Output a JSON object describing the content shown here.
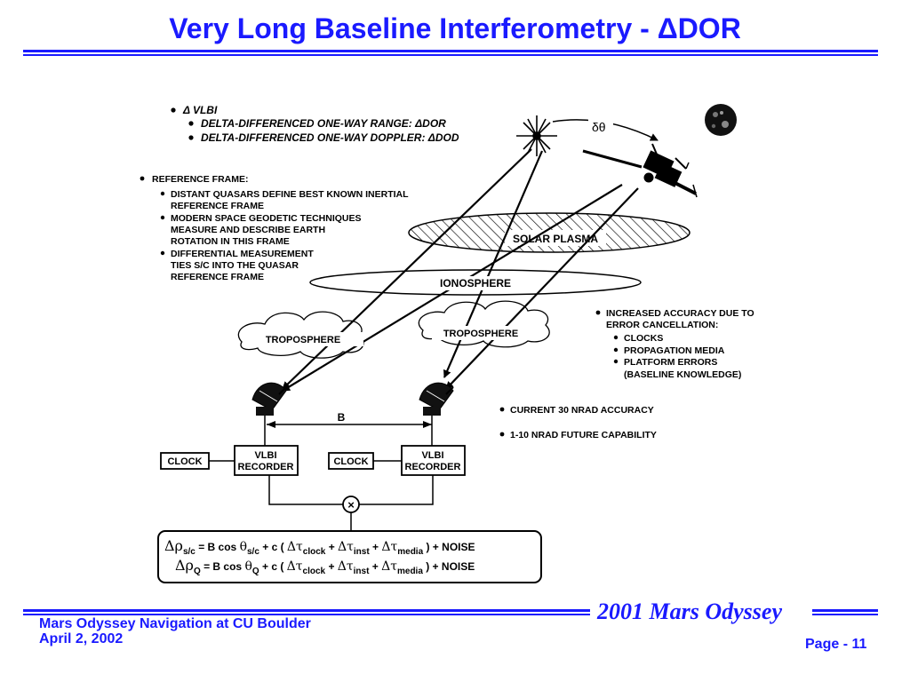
{
  "title": "Very Long Baseline Interferometry - ΔDOR",
  "diagram": {
    "top_list": {
      "main": "Δ VLBI",
      "items": [
        "DELTA-DIFFERENCED ONE-WAY RANGE: ΔDOR",
        "DELTA-DIFFERENCED ONE-WAY DOPPLER: ΔDOD"
      ]
    },
    "reference_frame": {
      "heading": "REFERENCE FRAME:",
      "lines": [
        "DISTANT QUASARS DEFINE BEST KNOWN INERTIAL",
        "REFERENCE FRAME",
        "MODERN SPACE GEODETIC TECHNIQUES",
        "MEASURE AND DESCRIBE EARTH",
        "ROTATION IN THIS FRAME",
        "DIFFERENTIAL MEASUREMENT",
        "TIES S/C INTO THE QUASAR",
        "REFERENCE FRAME"
      ]
    },
    "angle_label": "δθ",
    "solar_plasma": "SOLAR PLASMA",
    "ionosphere": "IONOSPHERE",
    "troposphere_left": "TROPOSPHERE",
    "troposphere_right": "TROPOSPHERE",
    "accuracy": {
      "heading_1": "INCREASED ACCURACY DUE TO",
      "heading_2": "ERROR CANCELLATION:",
      "items": [
        "CLOCKS",
        "PROPAGATION MEDIA",
        "PLATFORM ERRORS"
      ],
      "note": "(BASELINE KNOWLEDGE)"
    },
    "baseline_label": "B",
    "current_accuracy": "CURRENT 30 NRAD ACCURACY",
    "future_capability": "1-10 NRAD FUTURE CAPABILITY",
    "clock_label": "CLOCK",
    "recorder_line1": "VLBI",
    "recorder_line2": "RECORDER",
    "multiply_symbol": "×",
    "eq1": {
      "delta_rho": "Δρ",
      "sub1": "s/c",
      "p1": " = B cos ",
      "theta": "θ",
      "sub2": "s/c",
      "p2": " + c ( ",
      "dt": "Δτ",
      "clock": "clock",
      "plus": " + ",
      "inst": "inst",
      "media": "media",
      "tail": " ) + NOISE"
    },
    "eq2": {
      "delta_rho": "Δρ",
      "sub1": "Q",
      "p1": " = B cos ",
      "theta": "θ",
      "sub2": "Q",
      "p2": " + c ( ",
      "dt": "Δτ",
      "clock": "clock",
      "plus": " + ",
      "inst": "inst",
      "media": "media",
      "tail": " ) + NOISE"
    }
  },
  "footer": {
    "brand": "2001 Mars Odyssey",
    "line1": "Mars Odyssey Navigation at CU Boulder",
    "line2": "April 2, 2002",
    "page": "Page - 11"
  },
  "colors": {
    "accent": "#1a1aff",
    "ink": "#000000"
  }
}
